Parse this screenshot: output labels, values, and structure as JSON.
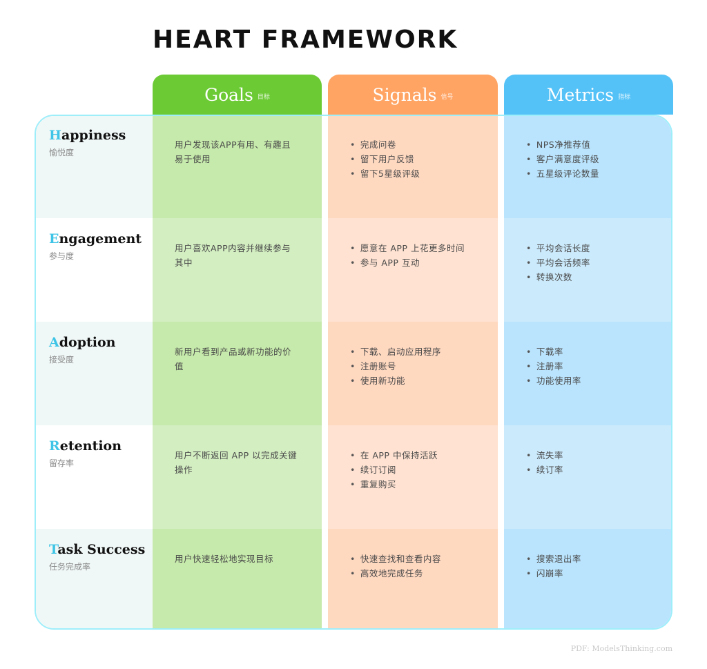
{
  "title": "HEART FRAMEWORK",
  "columns": [
    {
      "name": "Goals",
      "sub": "目标",
      "header_color": "#6cca35"
    },
    {
      "name": "Signals",
      "sub": "信号",
      "header_color": "#ffa463"
    },
    {
      "name": "Metrics",
      "sub": "指标",
      "header_color": "#55c2f7"
    }
  ],
  "rows": [
    {
      "initial": "H",
      "rest": "appiness",
      "zh": "愉悦度",
      "goal": "用户发现该APP有用、有趣且易于使用",
      "signals": [
        "完成问卷",
        "留下用户反馈",
        "留下5星级评级"
      ],
      "metrics": [
        "NPS净推荐值",
        "客户满意度评级",
        "五星级评论数量"
      ]
    },
    {
      "initial": "E",
      "rest": "ngagement",
      "zh": "参与度",
      "goal": "用户喜欢APP内容并继续参与其中",
      "signals": [
        "愿意在 APP 上花更多时间",
        "参与 APP 互动"
      ],
      "metrics": [
        "平均会话长度",
        "平均会话频率",
        "转换次数"
      ]
    },
    {
      "initial": "A",
      "rest": "doption",
      "zh": "接受度",
      "goal": "新用户看到产品或新功能的价值",
      "signals": [
        "下载、启动应用程序",
        "注册账号",
        "使用新功能"
      ],
      "metrics": [
        "下载率",
        "注册率",
        "功能使用率"
      ]
    },
    {
      "initial": "R",
      "rest": "etention",
      "zh": "留存率",
      "goal": "用户不断返回 APP 以完成关键操作",
      "signals": [
        "在 APP 中保持活跃",
        "续订订阅",
        "重复购买"
      ],
      "metrics": [
        "流失率",
        "续订率"
      ]
    },
    {
      "initial": "T",
      "rest": "ask Success",
      "zh": "任务完成率",
      "goal": "用户快速轻松地实现目标",
      "signals": [
        "快速查找和查看内容",
        "高效地完成任务"
      ],
      "metrics": [
        "搜索退出率",
        "闪崩率"
      ]
    }
  ],
  "colors": {
    "label_alt": "#f0f8f7",
    "goal_dark": "#c6eaab",
    "goal_light": "#d3eec1",
    "signal_dark": "#ffd8c0",
    "signal_light": "#ffe2d1",
    "metric_dark": "#bae4fd",
    "metric_light": "#cbeafc",
    "border": "#9eeefa"
  },
  "credit": "PDF: ModelsThinking.com"
}
